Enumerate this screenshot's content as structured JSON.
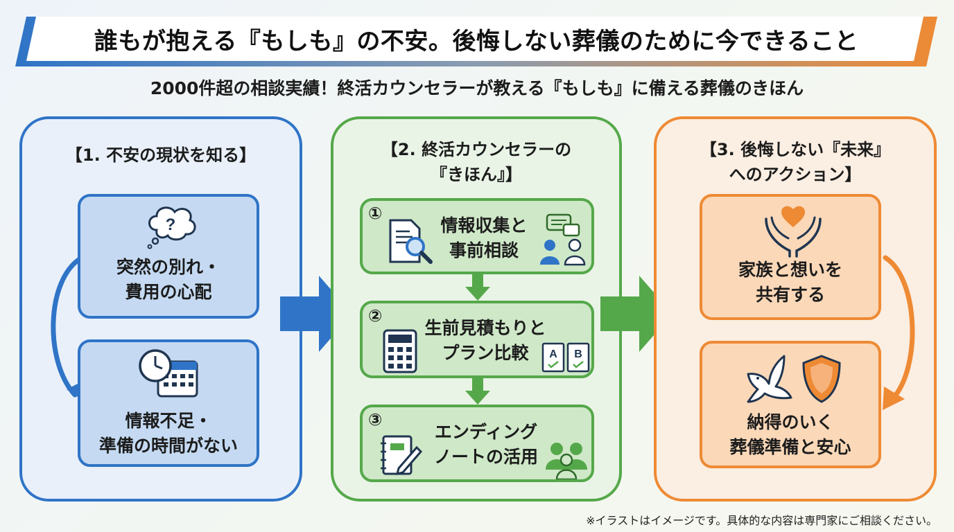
{
  "title": "誰もが抱える『もしも』の不安。後悔しない葬儀のために今できること",
  "subtitle": "2000件超の相談実績！終活カウンセラーが教える『もしも』に備える葬儀のきほん",
  "colors": {
    "blue": "#2f74c7",
    "green": "#55a84a",
    "orange": "#ee8a34"
  },
  "columns": [
    {
      "heading": [
        "【1. 不安の現状を知る】"
      ],
      "items": [
        {
          "lines": [
            "突然の別れ・",
            "費用の心配"
          ],
          "icon": "thought-bubble-question-icon"
        },
        {
          "lines": [
            "情報不足・",
            "準備の時間がない"
          ],
          "icon": "clock-calendar-icon"
        }
      ]
    },
    {
      "heading": [
        "【2. 終活カウンセラーの",
        "『きほん』】"
      ],
      "items": [
        {
          "num": "①",
          "lines": [
            "情報収集と",
            "事前相談"
          ],
          "icon": "document-search-icon",
          "icon2": "consultation-chat-icon"
        },
        {
          "num": "②",
          "lines": [
            "生前見積もりと",
            "プラン比較"
          ],
          "icon": "calculator-icon",
          "icon2": "plan-ab-icon",
          "icon2_text": [
            "A",
            "B"
          ]
        },
        {
          "num": "③",
          "lines": [
            "エンディング",
            "ノートの活用"
          ],
          "icon": "notebook-pen-icon",
          "icon2": "family-icon"
        }
      ]
    },
    {
      "heading": [
        "【3. 後悔しない『未来』",
        "へのアクション】"
      ],
      "items": [
        {
          "lines": [
            "家族と想いを",
            "共有する"
          ],
          "icon": "hands-heart-icon"
        },
        {
          "lines": [
            "納得のいく",
            "葬儀準備と安心"
          ],
          "icon": "dove-icon",
          "icon2": "shield-icon"
        }
      ]
    }
  ],
  "footnote": "※イラストはイメージです。具体的な内容は専門家にご相談ください。"
}
